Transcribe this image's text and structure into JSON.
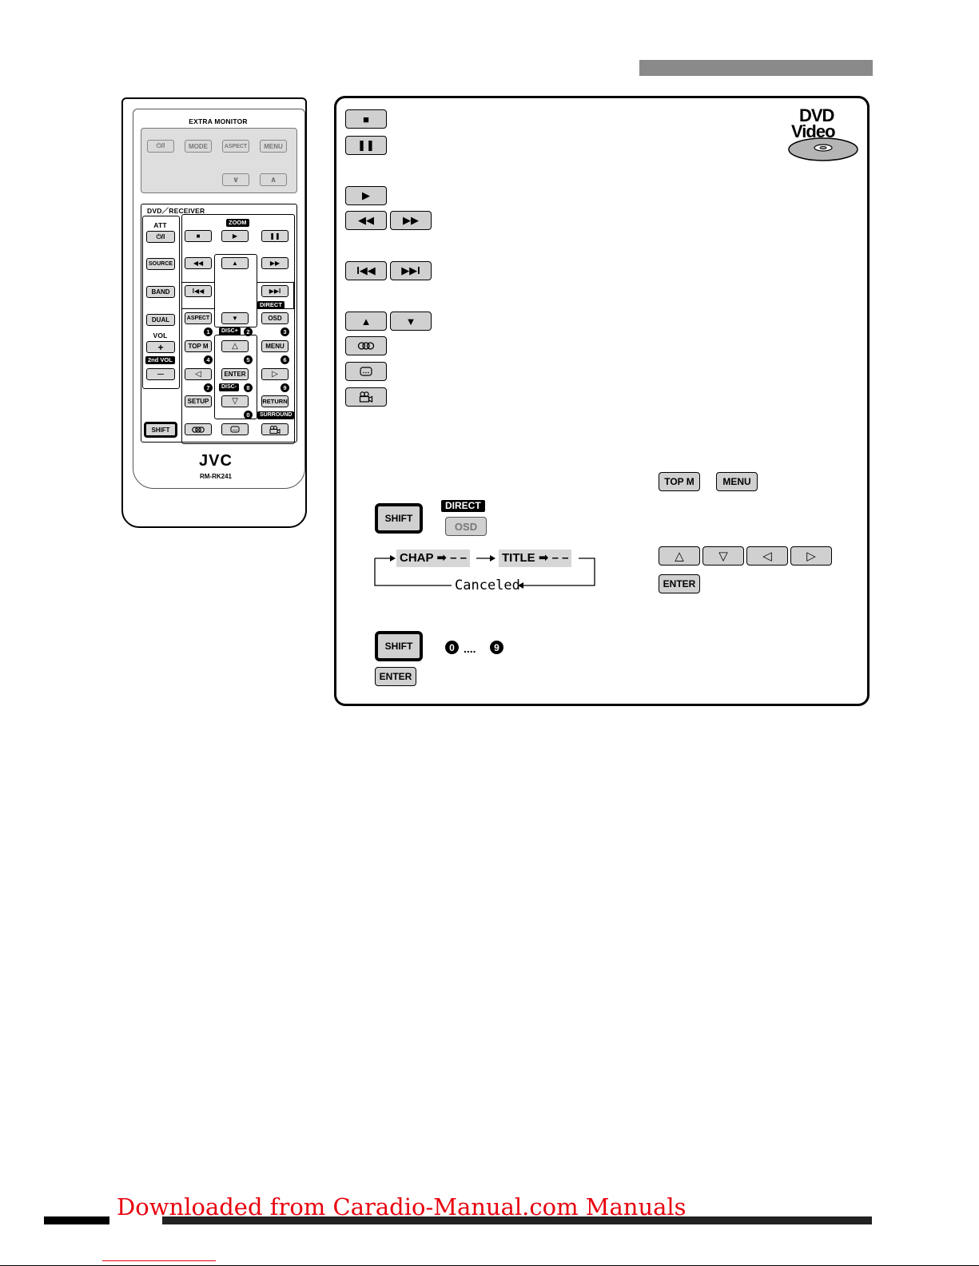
{
  "remote": {
    "extra_monitor_label": "EXTRA MONITOR",
    "extra_buttons": [
      "⏻/I",
      "MODE",
      "ASPECT",
      "MENU"
    ],
    "extra_arrows": [
      "∨",
      "∧"
    ],
    "dvd_receiver_label": "DVD／RECEIVER",
    "att_label": "ATT",
    "power_label": "⏻/I",
    "source_label": "SOURCE",
    "band_label": "BAND",
    "dual_label": "DUAL",
    "vol_label": "VOL",
    "vol_plus": "+",
    "second_vol_label": "2nd VOL",
    "vol_minus": "—",
    "shift_label": "SHIFT",
    "zoom_label": "ZOOM",
    "stop": "■",
    "play": "▶",
    "pause": "❚❚",
    "rew": "◀◀",
    "up": "▲",
    "ff": "▶▶",
    "prev": "I◀◀",
    "next": "▶▶I",
    "aspect_label": "ASPECT",
    "down": "▼",
    "direct_label": "DIRECT",
    "osd_label": "OSD",
    "num1": "1",
    "num2": "2",
    "num3": "3",
    "num4": "4",
    "num5": "5",
    "num6": "6",
    "num7": "7",
    "num8": "8",
    "num9": "9",
    "num0": "0",
    "disc_plus": "DISC+",
    "disc_minus": "DISC-",
    "topm_label": "TOP M",
    "tri_up": "△",
    "menu_label": "MENU",
    "tri_left": "◁",
    "enter_label": "ENTER",
    "tri_right": "▷",
    "setup_label": "SETUP",
    "tri_down": "▽",
    "return_label": "RETURN",
    "surround_label": "SURROUND",
    "brand": "JVC",
    "model": "RM-RK241"
  },
  "panel": {
    "stop": "■",
    "pause": "❚❚",
    "play": "▶",
    "rew": "◀◀",
    "ff": "▶▶",
    "prev": "I◀◀",
    "next": "▶▶I",
    "up": "▲",
    "down": "▼",
    "shift_label": "SHIFT",
    "direct_label": "DIRECT",
    "osd_label": "OSD",
    "seq_chap": "CHAP ➡ – –",
    "seq_title": "TITLE ➡ – –",
    "canceled": "Canceled",
    "num_from": "0",
    "dots": "....",
    "num_to": "9",
    "enter_label": "ENTER",
    "topm_label": "TOP M",
    "menu_label": "MENU",
    "tri_up": "△",
    "tri_down": "▽",
    "tri_left": "◁",
    "tri_right": "▷",
    "logo_dvd": "DVD",
    "logo_video": "Video"
  },
  "footer": {
    "download_text": "Downloaded from Caradio-Manual.com Manuals"
  }
}
